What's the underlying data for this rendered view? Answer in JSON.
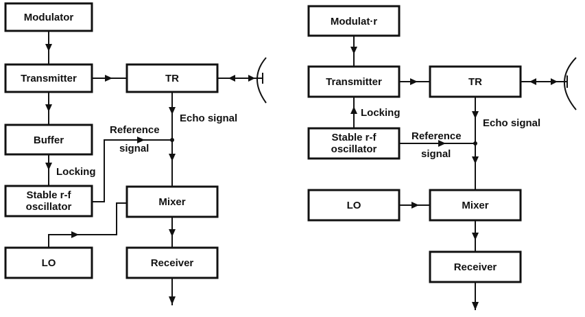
{
  "diagram_a": {
    "modulator": "Modulator",
    "transmitter": "Transmitter",
    "tr": "TR",
    "buffer": "Buffer",
    "locking": "Locking",
    "stable_osc_line1": "Stable r-f",
    "stable_osc_line2": "oscillator",
    "reference_line1": "Reference",
    "reference_line2": "signal",
    "echo_signal": "Echo signal",
    "mixer": "Mixer",
    "lo": "LO",
    "receiver": "Receiver"
  },
  "diagram_b": {
    "modulator": "Modulat·r",
    "transmitter": "Transmitter",
    "tr": "TR",
    "locking": "Locking",
    "stable_osc_line1": "Stable r-f",
    "stable_osc_line2": "oscillator",
    "reference_line1": "Reference",
    "reference_line2": "signal",
    "echo_signal": "Echo signal",
    "lo": "LO",
    "mixer": "Mixer",
    "receiver": "Receiver"
  }
}
